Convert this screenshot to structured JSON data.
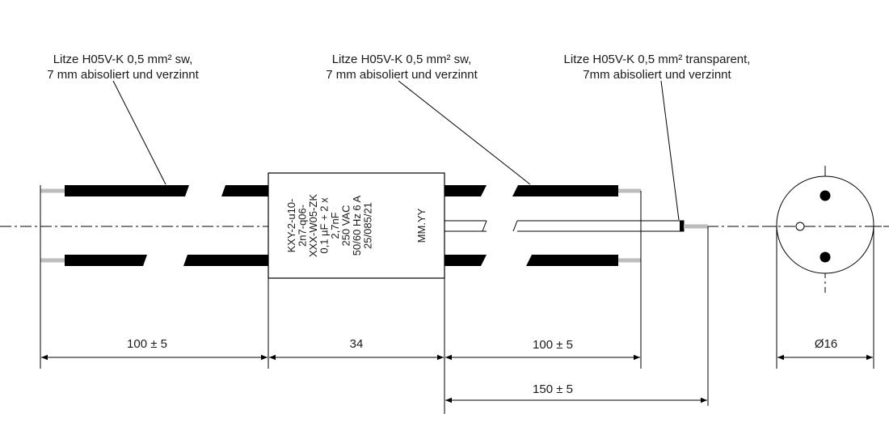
{
  "callouts": {
    "left": {
      "line1": "Litze H05V-K 0,5 mm² sw,",
      "line2": "7 mm abisoliert und verzinnt"
    },
    "middle": {
      "line1": "Litze H05V-K 0,5 mm² sw,",
      "line2": "7 mm abisoliert und verzinnt"
    },
    "right": {
      "line1": "Litze H05V-K 0,5 mm² transparent,",
      "line2": "7mm abisoliert und verzinnt"
    }
  },
  "capacitor_marking": [
    "KXY-2-u10-",
    "2n7-q06-",
    "XXX-W05-ZK",
    "0,1 µF + 2 x",
    "2,7nF",
    "250 VAC",
    "50/60 Hz 6 A",
    "25/085/21",
    "MM.YY"
  ],
  "dimensions": {
    "left_lead": "100 ± 5",
    "body_length": "34",
    "right_lead": "100 ± 5",
    "transparent_lead": "150 ± 5",
    "diameter": "Ø16"
  }
}
